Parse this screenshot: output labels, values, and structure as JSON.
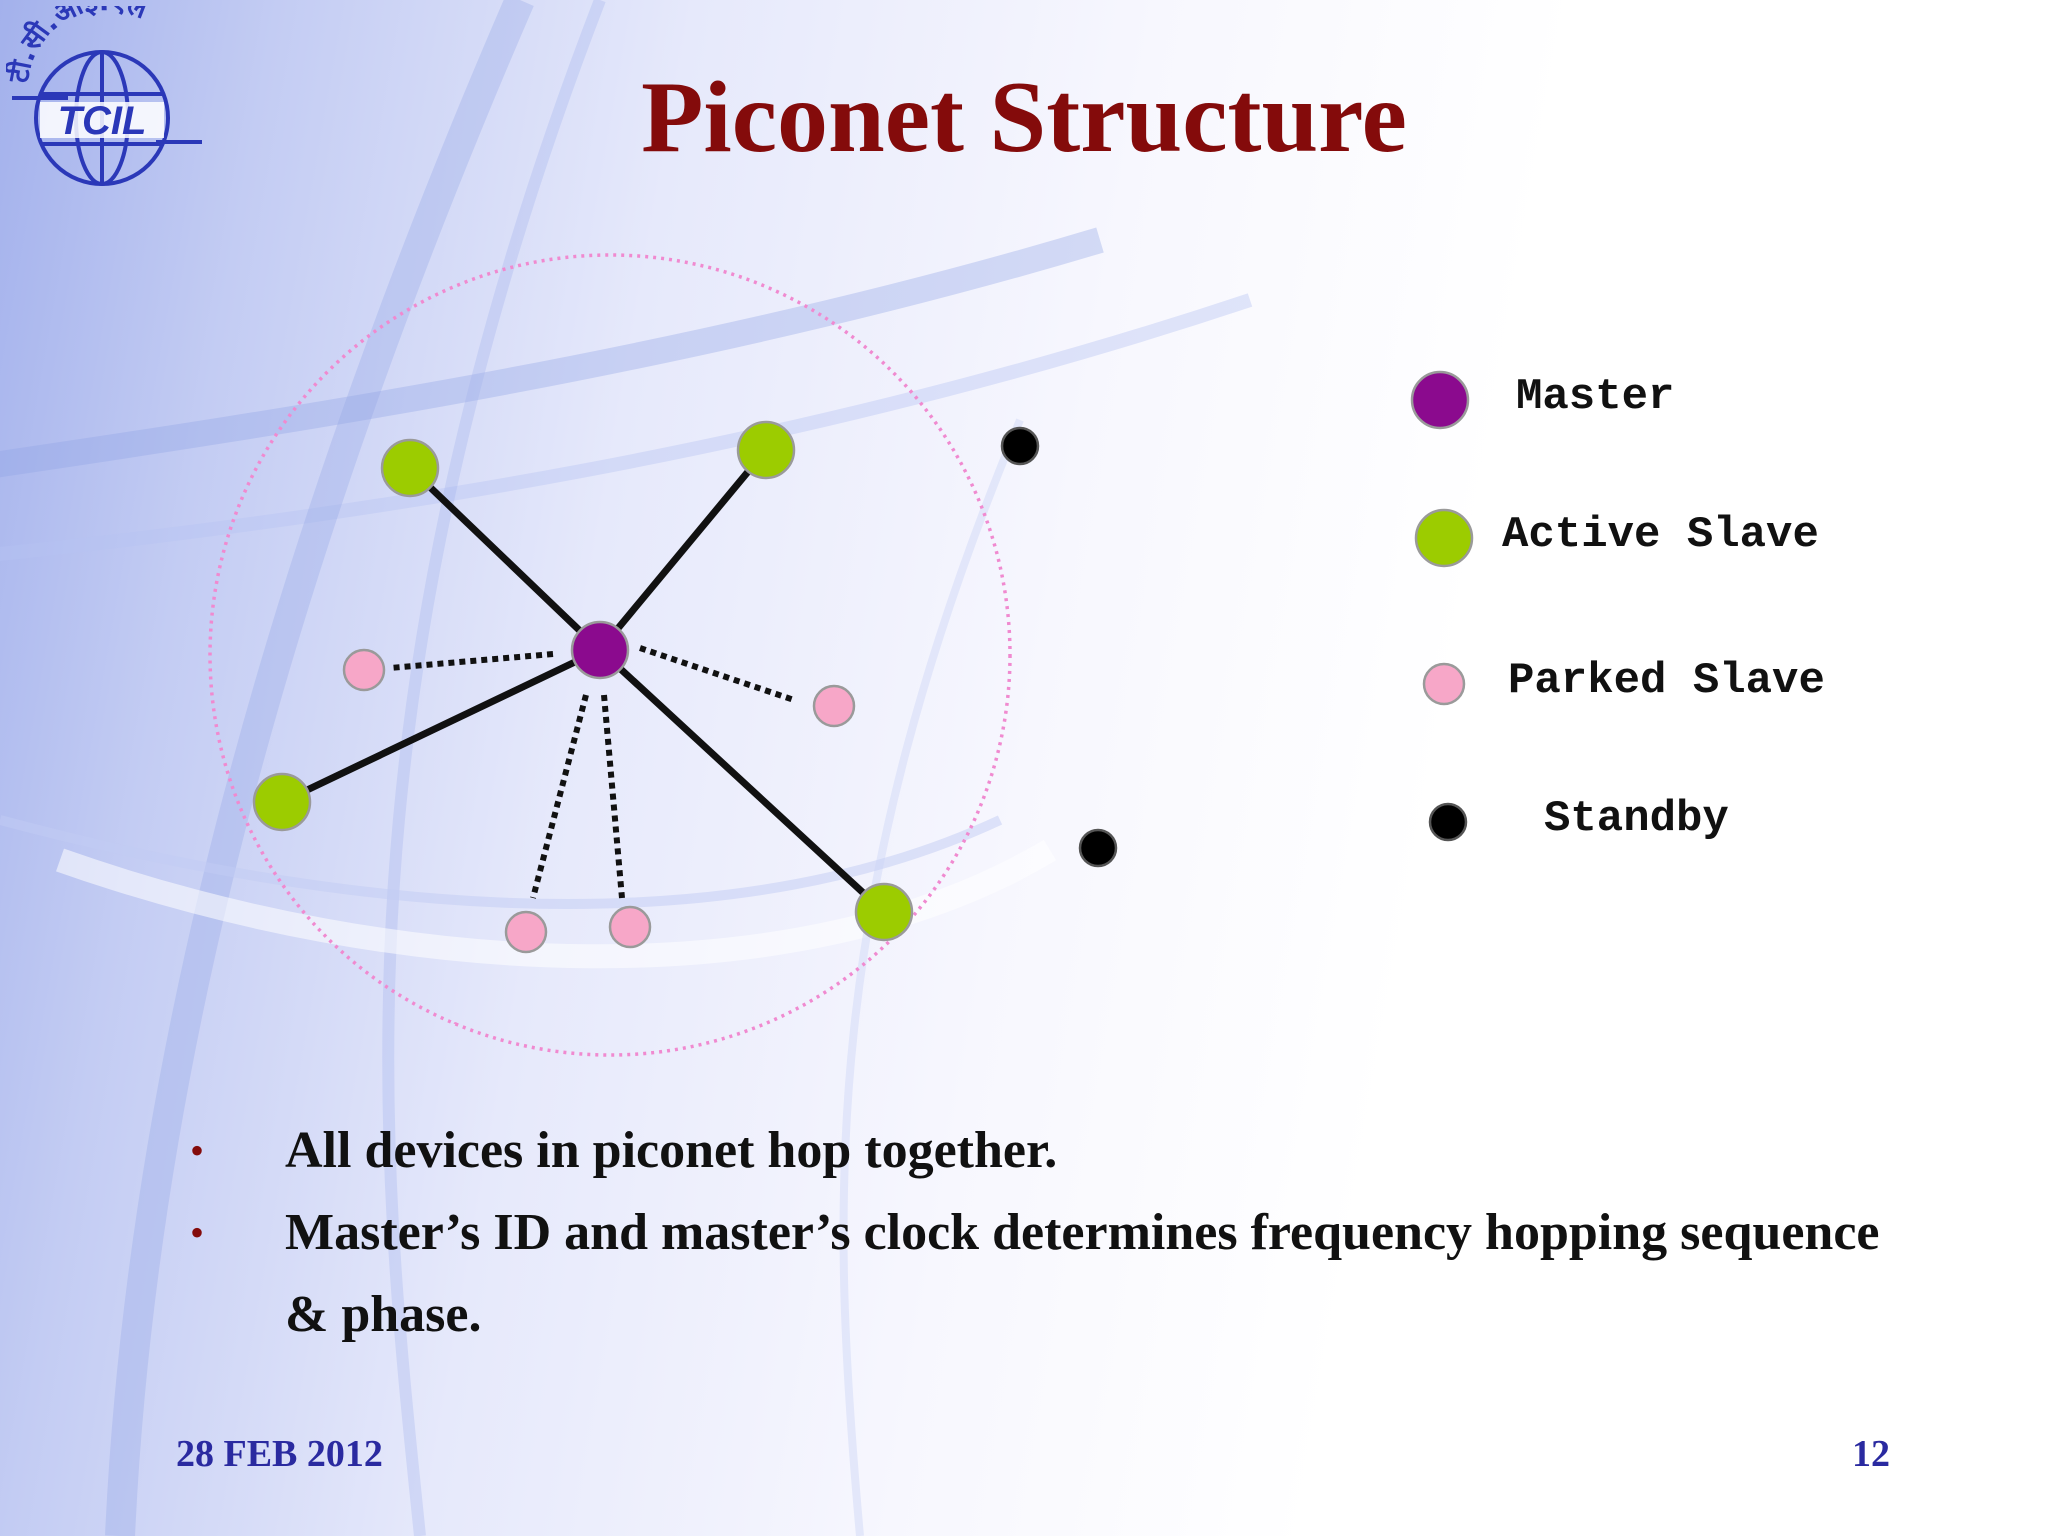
{
  "slide": {
    "title": "Piconet Structure",
    "logo_text": "TCIL",
    "logo_arc_text": "टी.सी.आई.एल"
  },
  "colors": {
    "title": "#840b0b",
    "master": "#8b0a8e",
    "active_slave": "#9ccc00",
    "parked_slave": "#f7a7c8",
    "standby": "#000000",
    "range_circle": "#f08ad0",
    "footer": "#2a2aa0"
  },
  "legend": [
    {
      "type": "master",
      "label": "Master"
    },
    {
      "type": "active",
      "label": "Active Slave"
    },
    {
      "type": "parked",
      "label": "Parked Slave"
    },
    {
      "type": "standby",
      "label": "Standby"
    }
  ],
  "diagram": {
    "nodes": {
      "master": {
        "type": "master"
      },
      "active": [
        {
          "type": "active"
        },
        {
          "type": "active"
        },
        {
          "type": "active"
        },
        {
          "type": "active"
        }
      ],
      "parked": [
        {
          "type": "parked"
        },
        {
          "type": "parked"
        },
        {
          "type": "parked"
        },
        {
          "type": "parked"
        }
      ],
      "standby": [
        {
          "type": "standby"
        },
        {
          "type": "standby"
        }
      ]
    }
  },
  "bullets": [
    "All devices in piconet hop together.",
    "Master’s ID and master’s clock determines frequency hopping sequence & phase."
  ],
  "footer": {
    "date": "28 FEB 2012",
    "page_number": "12"
  }
}
